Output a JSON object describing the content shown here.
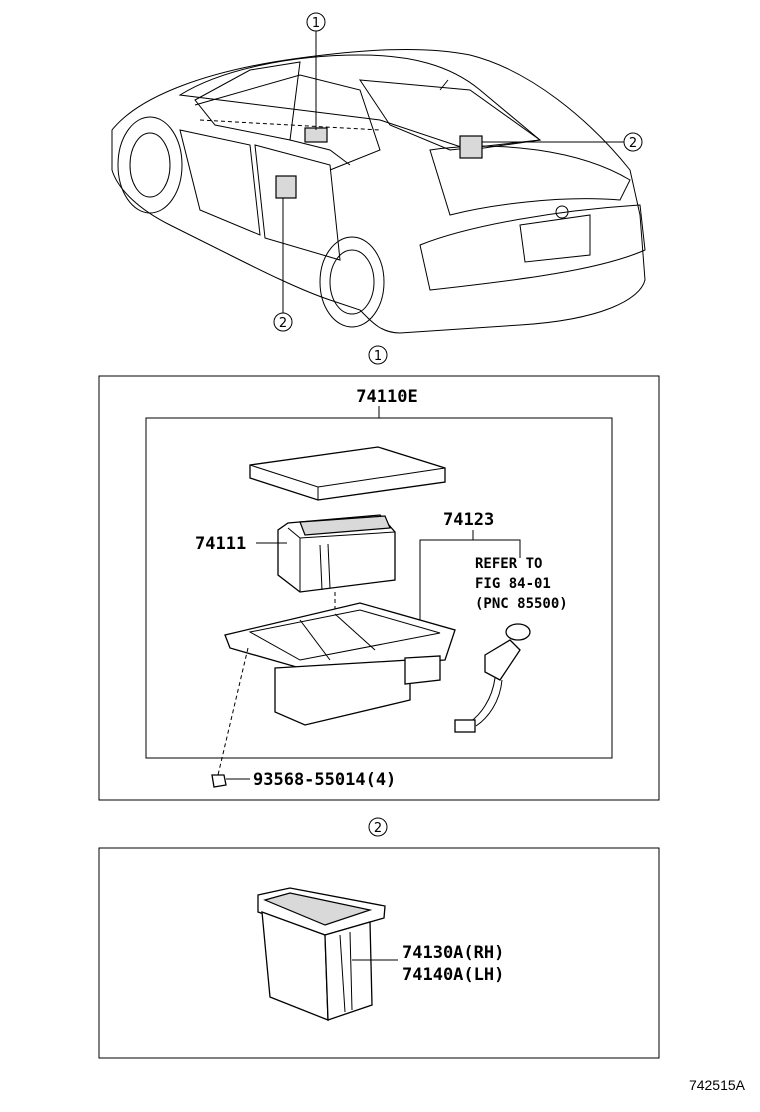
{
  "callouts": {
    "console": "1",
    "side_box": "2"
  },
  "section1": {
    "assembly_part": "74110E",
    "box_part": "74111",
    "socket_part": "74123",
    "refer_line1": "REFER TO",
    "refer_line2": "FIG 84-01",
    "refer_line3": "(PNC 85500)",
    "screw_part": "93568-55014(4)"
  },
  "section2": {
    "part_rh": "74130A(RH)",
    "part_lh": "74140A(LH)"
  },
  "figure_id": "742515A"
}
